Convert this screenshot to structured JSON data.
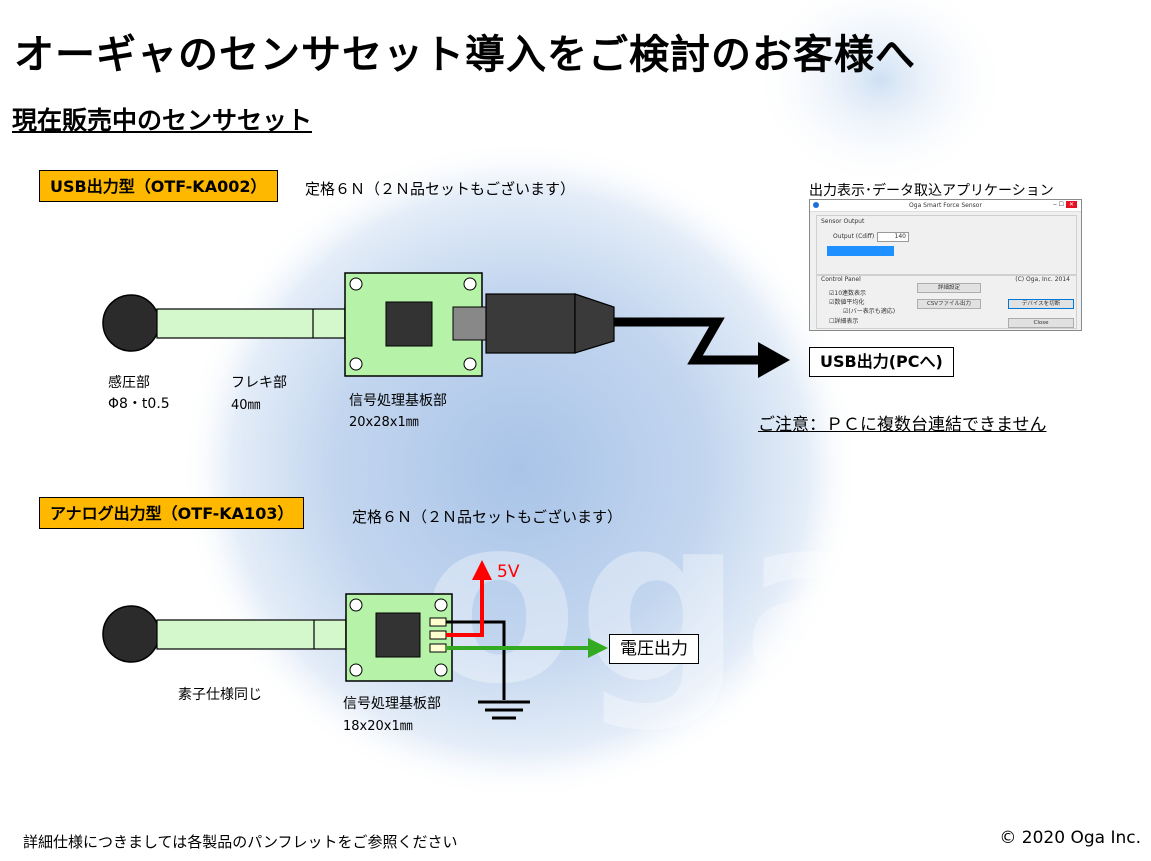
{
  "title": "オーギャのセンサセット導入をご検討のお客様へ",
  "subtitle": "現在販売中のセンサセット",
  "usb_section": {
    "tag": "USB出力型（OTF-KA002）",
    "spec": "定格６Ｎ（２Ｎ品セットもございます）",
    "sensor_label": "感圧部",
    "sensor_dim": "Φ8・t0.5",
    "flex_label": "フレキ部",
    "flex_dim": "40㎜",
    "board_label": "信号処理基板部",
    "board_dim": "20x28x1㎜",
    "output_box": "USB出力(PCへ)",
    "app_caption": "出力表示･データ取込アプリケーション",
    "caution": "ご注意：ＰＣに複数台連結できません"
  },
  "app_window": {
    "title": "Oga Smart Force Sensor",
    "sensor_output": "Sensor Output",
    "output_label": "Output (Cdiff)",
    "output_value": "140",
    "control_panel": "Control Panel",
    "copyright": "(C) Oga, Inc. 2014",
    "check1": "☑10連数表示",
    "check2": "☑数値平均化",
    "check3": "☑(バー表示も適応)",
    "check4": "☐詳細表示",
    "btn_detail": "詳細設定",
    "btn_csv": "CSVファイル出力",
    "btn_disconnect": "デバイスを切断",
    "btn_close": "Close"
  },
  "analog_section": {
    "tag": "アナログ出力型（OTF-KA103）",
    "spec": "定格６Ｎ（２Ｎ品セットもございます）",
    "voltage": "5V",
    "output_box": "電圧出力",
    "sensor_label": "素子仕様同じ",
    "board_label": "信号処理基板部",
    "board_dim": "18x20x1㎜"
  },
  "footer": "詳細仕様につきましては各製品のパンフレットをご参照ください",
  "copyright": "© 2020 Oga Inc.",
  "colors": {
    "tag_bg": "#ffb800",
    "board_green": "#b6f2a8",
    "flex_green": "#d4f7cc",
    "wire_red": "#ff0000",
    "wire_green": "#33aa22",
    "bg_blue": "#b8d0ec"
  }
}
